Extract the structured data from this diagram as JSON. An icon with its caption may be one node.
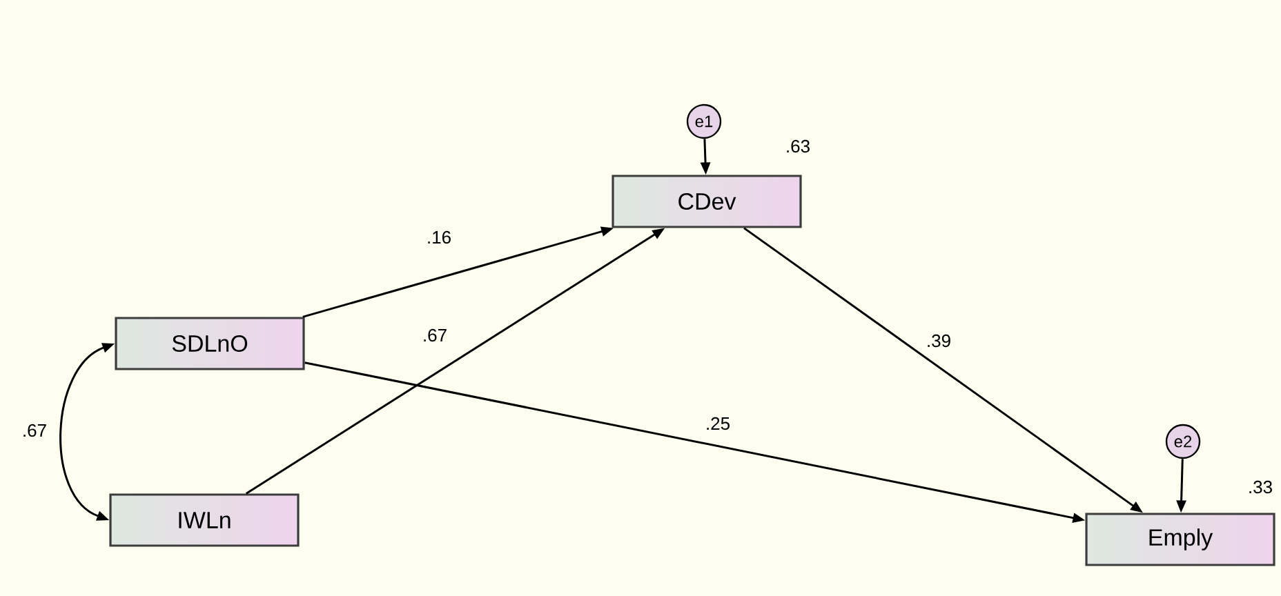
{
  "diagram": {
    "nodes": [
      {
        "text": [
          "e1"
        ]
      },
      {
        "text": [
          "CDev"
        ],
        "beside": [
          ".63"
        ]
      },
      {
        "text": [
          "SDLnO"
        ]
      },
      {
        "text": [
          "IWLn"
        ]
      },
      {
        "text": [
          "e2"
        ]
      },
      {
        "text": [
          "Emply"
        ],
        "beside": [
          ".33"
        ]
      }
    ],
    "edges": [
      {
        "from": 0,
        "to": 1,
        "arrow": "to"
      },
      {
        "from": 2,
        "to": 1,
        "arrow": "to",
        "label": ".16"
      },
      {
        "from": 3,
        "to": 1,
        "arrow": "to",
        "label": ".67"
      },
      {
        "from": 1,
        "to": 5,
        "arrow": "to",
        "label": ".39"
      },
      {
        "from": 2,
        "to": 5,
        "arrow": "to",
        "label": ".25"
      },
      {
        "from": 4,
        "to": 5,
        "arrow": "to"
      },
      {
        "from": 2,
        "to": 3,
        "arrow": "both",
        "label": ".67"
      }
    ]
  }
}
